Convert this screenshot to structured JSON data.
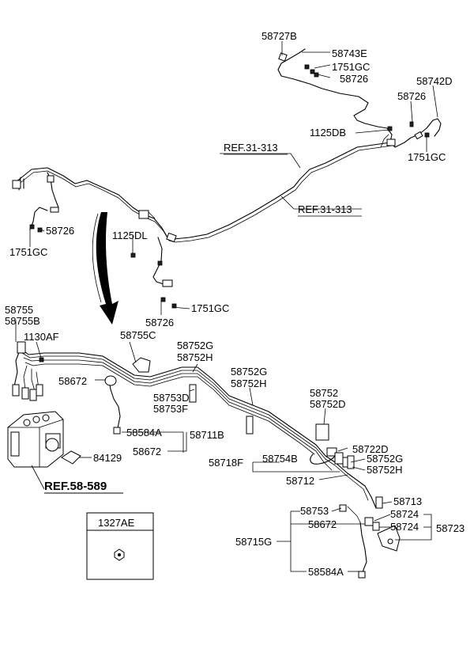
{
  "labels": {
    "l58727B": "58727B",
    "l58743E": "58743E",
    "l1751GC_a": "1751GC",
    "l58726_a": "58726",
    "l58742D": "58742D",
    "l58726_b": "58726",
    "l1125DB": "1125DB",
    "l1751GC_b": "1751GC",
    "lREF31_a": "REF.31-313",
    "lREF31_b": "REF.31-313",
    "l58726_c": "58726",
    "l1751GC_c": "1751GC",
    "l1125DL": "1125DL",
    "l1751GC_d": "1751GC",
    "l58726_d": "58726",
    "l58755": "58755",
    "l58755B": "58755B",
    "l1130AF": "1130AF",
    "l58755C": "58755C",
    "l58752G_a": "58752G",
    "l58752H_a": "58752H",
    "l58752G_b": "58752G",
    "l58752H_b": "58752H",
    "l58672_a": "58672",
    "l58753D": "58753D",
    "l58753F": "58753F",
    "l58752": "58752",
    "l58752D": "58752D",
    "l58584A_a": "58584A",
    "l58711B": "58711B",
    "l58672_b": "58672",
    "l84129": "84129",
    "l58722D": "58722D",
    "l58718F": "58718F",
    "l58754B": "58754B",
    "l58752G_c": "58752G",
    "l58752H_c": "58752H",
    "l58712": "58712",
    "lREF58": "REF.58-589",
    "l58713": "58713",
    "l58753": "58753",
    "l58724_a": "58724",
    "l58672_c": "58672",
    "l58724_b": "58724",
    "l58723": "58723",
    "l58715G": "58715G",
    "l58584A_b": "58584A",
    "l1327AE": "1327AE"
  },
  "icons": {
    "arrow": "curved-down-arrow-icon",
    "hcu": "abs-hydraulic-unit-icon",
    "nut": "nut-icon"
  }
}
